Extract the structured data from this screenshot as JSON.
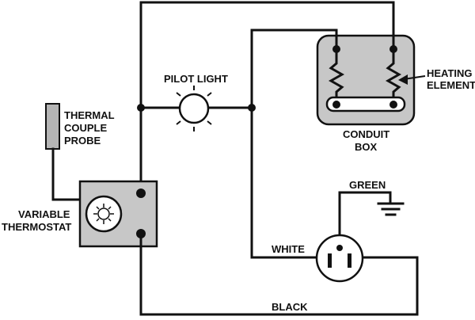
{
  "labels": {
    "pilot_light": "PILOT LIGHT",
    "heating_element_line1": "HEATING",
    "heating_element_line2": "ELEMENT",
    "conduit_box_line1": "CONDUIT",
    "conduit_box_line2": "BOX",
    "thermal_line1": "THERMAL",
    "thermal_line2": "COUPLE",
    "thermal_line3": "PROBE",
    "thermostat_line1": "VARIABLE",
    "thermostat_line2": "THERMOSTAT",
    "green": "GREEN",
    "white": "WHITE",
    "black": "BLACK"
  },
  "colors": {
    "wire": "#111111",
    "box_fill": "#c7c7c7",
    "probe_fill": "#b5b5b5",
    "background": "#ffffff"
  },
  "icons": {
    "pilot_light": "lamp-icon",
    "thermostat_dial": "dial-icon",
    "outlet": "outlet-icon",
    "ground": "ground-icon",
    "heating_element": "resistor-icon"
  }
}
